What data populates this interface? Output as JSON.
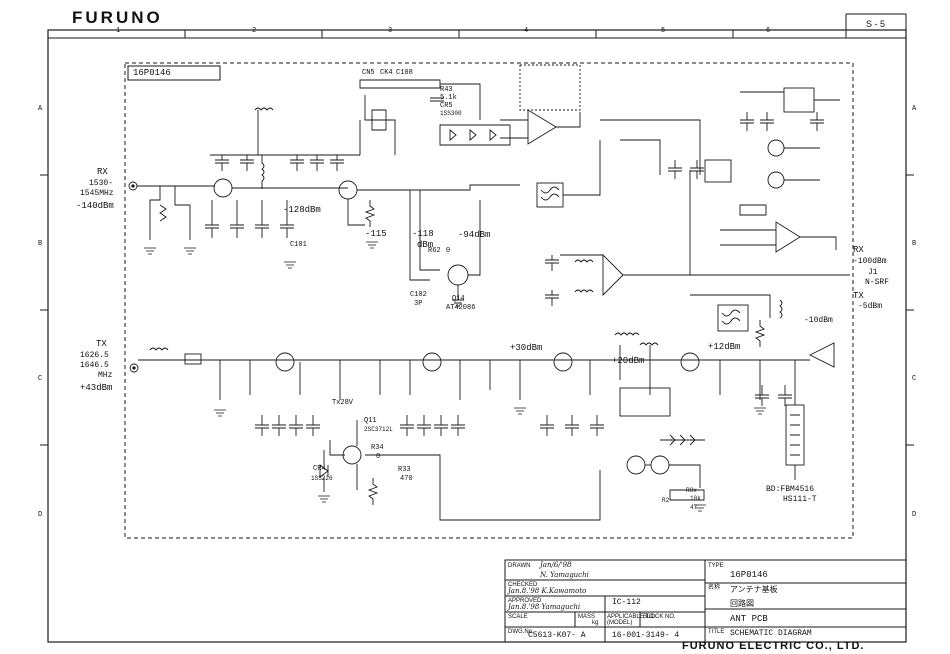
{
  "brand": {
    "name": "FURUNO",
    "company": "FURUNO ELECTRIC CO., LTD."
  },
  "sheet": {
    "page_label": "S - 5",
    "board_label": "16P0146"
  },
  "grid": {
    "columns": [
      "1",
      "2",
      "3",
      "4",
      "5",
      "6"
    ],
    "rows": [
      "A",
      "B",
      "C",
      "D"
    ]
  },
  "signals": {
    "rx_in_name": "RX",
    "rx_in_freq_1": "1530-",
    "rx_in_freq_2": "1545MHz",
    "rx_in_level": "-140dBm",
    "rx_lna_level": "-128dBm",
    "rx_mid_level_1": "-115",
    "rx_mid_level_2": "-118",
    "rx_mid_unit": "dBm",
    "rx_filter_level": "-94dBm",
    "rx_out_name": "RX",
    "rx_out_level": "-100dBm",
    "j1_name": "J1",
    "j1_type": "N-SRF",
    "tx_out_name": "TX",
    "tx_out_level": "-5dBm",
    "tx_drive_level": "-10dBm",
    "tx_in_name": "TX",
    "tx_in_freq_1": "1626.5",
    "tx_in_freq_2": "1646.5",
    "tx_in_freq_unit": "MHz",
    "tx_in_level": "+43dBm",
    "pa_level_1": "+30dBm",
    "pa_level_2": "+20dBm",
    "pa_level_3": "+12dBm",
    "bd_line_1": "BD:FBM4516",
    "bd_line_2": "HS111-T"
  },
  "parts": {
    "q14": "Q14",
    "q14_type": "AT42086",
    "q11": "Q11",
    "q11_type": "2SC3712L",
    "c101": "C101",
    "c102": "C102",
    "c102_val": "3P",
    "r62": "R62",
    "r62_val": "0",
    "r43": "R43",
    "r43_val": "5.1k",
    "r34": "R34",
    "r34_val": "0",
    "r33": "R33",
    "r33_val": "470",
    "cr5": "CR5",
    "cr5_type": "1SS300",
    "cn5": "CN5",
    "ck4": "CK4",
    "c108": "C108",
    "cr4": "CR4",
    "cr4_type": "1SS226",
    "tx28v": "Tx28V",
    "r8x": "R8x",
    "r8x_val": "10k",
    "r2": "R2",
    "r2_val": "47"
  },
  "title_block": {
    "drawn_label": "DRAWN",
    "drawn_date": "Jan/6/'98",
    "drawn_sign": "N. Yamaguchi",
    "checked_label": "CHECKED",
    "checked_entry": "Jan.8.'98  K.Kawamoto",
    "approved_label": "APPROVED",
    "approved_entry": "Jan.8.'98  Yamaguchi",
    "scale_label": "SCALE",
    "mass_label": "MASS",
    "mass_unit": "kg",
    "applicable_label": "APPLICABLE TO:",
    "model_label": "(MODEL)",
    "model_value": "IC-112",
    "block_label": "BLOCK NO.",
    "dwg_label": "DWG.No.",
    "dwg_value": "C5613-K07- A",
    "code_value": "16-001-3149- 4",
    "type_label": "TYPE",
    "type_value": "16P0146",
    "name_label": "名称",
    "name_jp": "アンテナ基板",
    "name_jp_2": "回路図",
    "name_value": "ANT PCB",
    "title_label": "TITLE",
    "title_value": "SCHEMATIC DIAGRAM"
  }
}
